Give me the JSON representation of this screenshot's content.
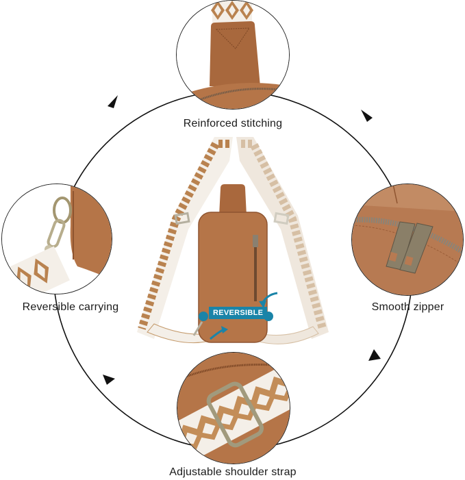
{
  "title": "Sling bag feature diagram",
  "features": [
    {
      "id": "top",
      "label": "Reinforced stitching",
      "icon": "strap-stitch-closeup"
    },
    {
      "id": "right",
      "label": "Smooth zipper",
      "icon": "double-zipper-closeup"
    },
    {
      "id": "bottom",
      "label": "Adjustable shoulder strap",
      "icon": "strap-buckle-closeup"
    },
    {
      "id": "left",
      "label": "Reversible carrying",
      "icon": "clasp-hook-closeup"
    }
  ],
  "center": {
    "badge": "REVERSIBLE",
    "product": "leather sling bag with patterned strap"
  },
  "colors": {
    "leather": "#b57548",
    "leather_dark": "#8e5430",
    "strap_brown": "#b9824f",
    "strap_white": "#f4efe8",
    "accent_blue": "#1a84a8",
    "ring": "#111111"
  }
}
